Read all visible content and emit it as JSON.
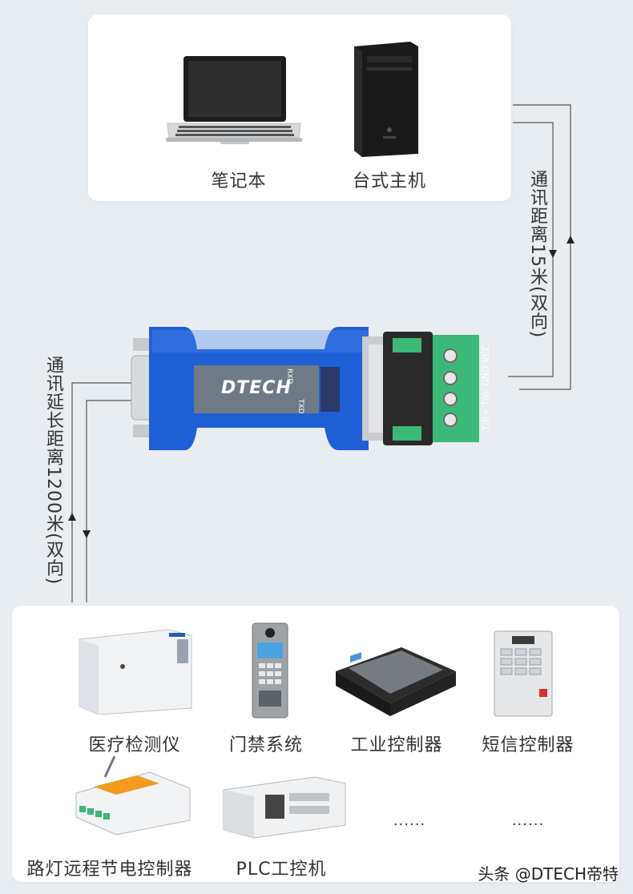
{
  "top_devices": [
    {
      "label": "笔记本",
      "icon": "laptop-icon"
    },
    {
      "label": "台式主机",
      "icon": "desktop-tower-icon"
    }
  ],
  "link_short": "通讯距离15米(双向)",
  "link_long": "通讯延长距离1200米(双向)",
  "converter": {
    "brand": "DTECH",
    "led_rxd": "RXD",
    "led_txd": "TXD",
    "terminal_labels": "T/R+ T/R- GND VCC",
    "body_color": "#1f5fd6",
    "terminal_color": "#3cb878"
  },
  "bottom_devices": [
    {
      "label": "医疗检测仪",
      "icon": "medical-analyzer-icon"
    },
    {
      "label": "门禁系统",
      "icon": "access-control-panel-icon"
    },
    {
      "label": "工业控制器",
      "icon": "industrial-controller-icon"
    },
    {
      "label": "短信控制器",
      "icon": "sms-controller-icon"
    },
    {
      "label": "路灯远程节电控制器",
      "icon": "street-light-controller-icon"
    },
    {
      "label": "PLC工控机",
      "icon": "plc-industrial-pc-icon"
    },
    {
      "label": "......",
      "icon": "more-icon"
    },
    {
      "label": "......",
      "icon": "more-icon"
    }
  ],
  "watermark": "头条 @DTECH帝特"
}
